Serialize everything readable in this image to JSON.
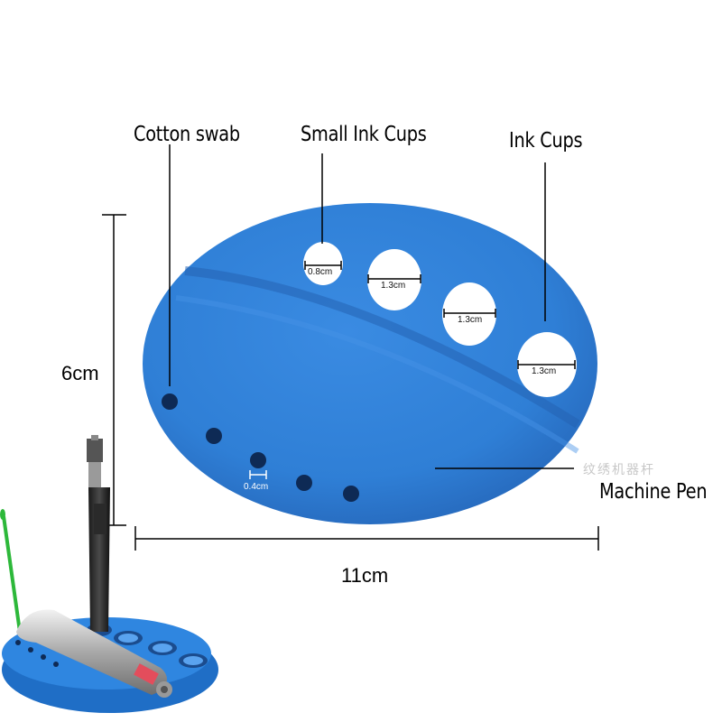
{
  "callouts": {
    "cotton_swab": "Cotton swab",
    "small_ink_cups": "Small Ink Cups",
    "ink_cups": "Ink Cups",
    "machine_pen": "Machine Pen"
  },
  "dimensions": {
    "height": "6cm",
    "width": "11cm"
  },
  "hole_sizes": {
    "small_cup": "0.8cm",
    "cup_1": "1.3cm",
    "cup_2": "1.3cm",
    "cup_3": "1.3cm",
    "swab_hole": "0.4cm"
  },
  "watermark": "纹绣机器杆",
  "colors": {
    "holder_blue": "#2f7fd6",
    "holder_dark": "#1f5fae",
    "background": "#ffffff"
  }
}
